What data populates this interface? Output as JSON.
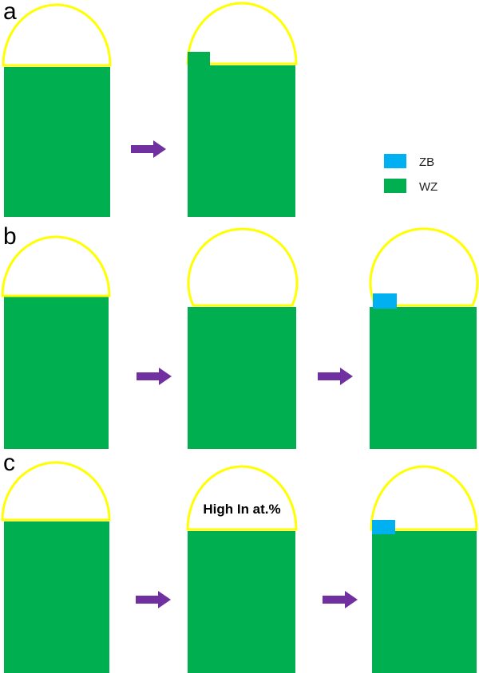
{
  "panels": {
    "a": {
      "label": "a"
    },
    "b": {
      "label": "b"
    },
    "c": {
      "label": "c"
    }
  },
  "legend": {
    "zb_label": "ZB",
    "wz_label": "WZ",
    "zb_color": "#00b0f0",
    "wz_color": "#00b050"
  },
  "annotation": {
    "high_in": "High In at.%"
  },
  "colors": {
    "droplet_outline": "#ffff00",
    "arrow": "#7030a0",
    "nanowire": "#00b050",
    "zb_nucleus": "#00b0f0"
  }
}
